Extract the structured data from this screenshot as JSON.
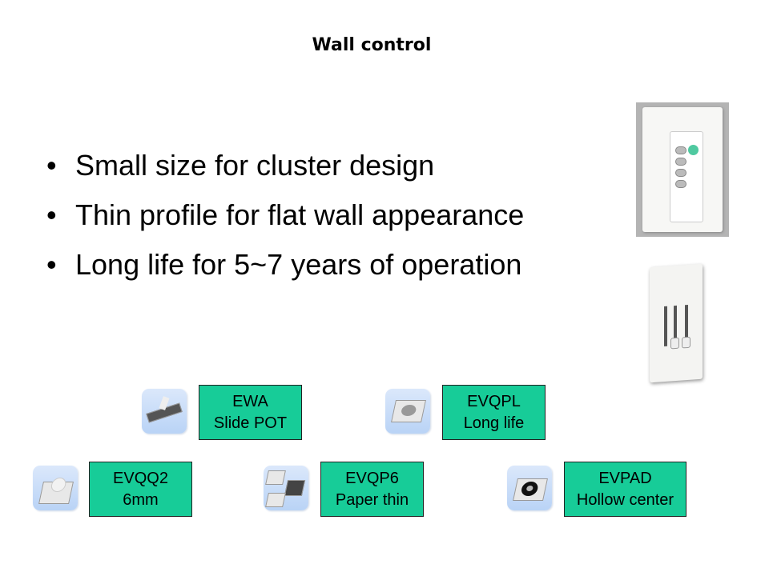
{
  "title": "Wall control",
  "bullets": [
    "Small size for cluster design",
    "Thin profile for flat wall appearance",
    "Long life for 5~7 years of operation"
  ],
  "bullet_glyph": "•",
  "parts": [
    {
      "name": "EWA",
      "desc": "Slide POT",
      "icon": "slide-pot-icon"
    },
    {
      "name": "EVQPL",
      "desc": "Long life",
      "icon": "tact-switch-icon"
    },
    {
      "name": "EVQQ2",
      "desc": "6mm",
      "icon": "tact-switch-6mm-icon"
    },
    {
      "name": "EVQP6",
      "desc": "Paper thin",
      "icon": "thin-switch-icon"
    },
    {
      "name": "EVPAD",
      "desc": "Hollow center",
      "icon": "hollow-switch-icon"
    }
  ],
  "colors": {
    "label_bg": "#17cc98",
    "icon_bg": "#c6dbf8"
  }
}
